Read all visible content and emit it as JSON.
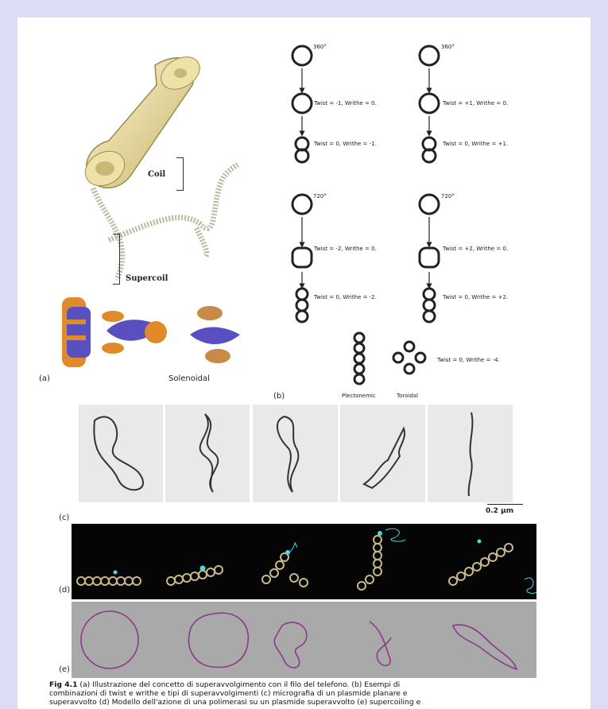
{
  "panel_labels": {
    "a": "(a)",
    "b": "(b)",
    "c": "(c)",
    "d": "(d)",
    "e": "(e)"
  },
  "phone": {
    "coil_label": "Coil",
    "supercoil_label": "Supercoil"
  },
  "solenoidal_label": "Solenoidal",
  "rotations": {
    "r360": "360°",
    "r720": "720°"
  },
  "twist_writhe": {
    "l1": "Twist = -1, Writhe = 0.",
    "l2": "Twist = 0, Writhe = -1.",
    "r1": "Twist = +1, Writhe = 0.",
    "r2": "Twist = 0, Writhe = +1.",
    "l3": "Twist = -2, Writhe = 0.",
    "l4": "Twist = 0, Writhe = -2.",
    "r3": "Twist = +2, Writhe = 0.",
    "r4": "Twist = 0, Writhe = +2.",
    "bottom": "Twist = 0, Writhe = -4."
  },
  "forms": {
    "plectonemic": "Plectonemic",
    "toroidal": "Toroidal"
  },
  "scale_bar": "0.2 μm",
  "caption": {
    "fig": "Fig 4.1",
    "line1": "(a) Illustrazione del concetto di superavvolgimento con il filo del telefono. (b) Esempi di",
    "line2": "combinazioni di twist e writhe e tipi di superavvolgimenti (c) micrografia di un plasmide planare e",
    "line3": "superavvolto (d) Modello dell'azione di una polimerasi su un plasmide superavvolto (e) supercoiling e"
  },
  "colors": {
    "bg": "#dcdcf6",
    "orange": "#e08a2a",
    "purple": "#5a4fc0",
    "cyan": "#4fd6e0",
    "magenta": "#8a3a8a"
  }
}
